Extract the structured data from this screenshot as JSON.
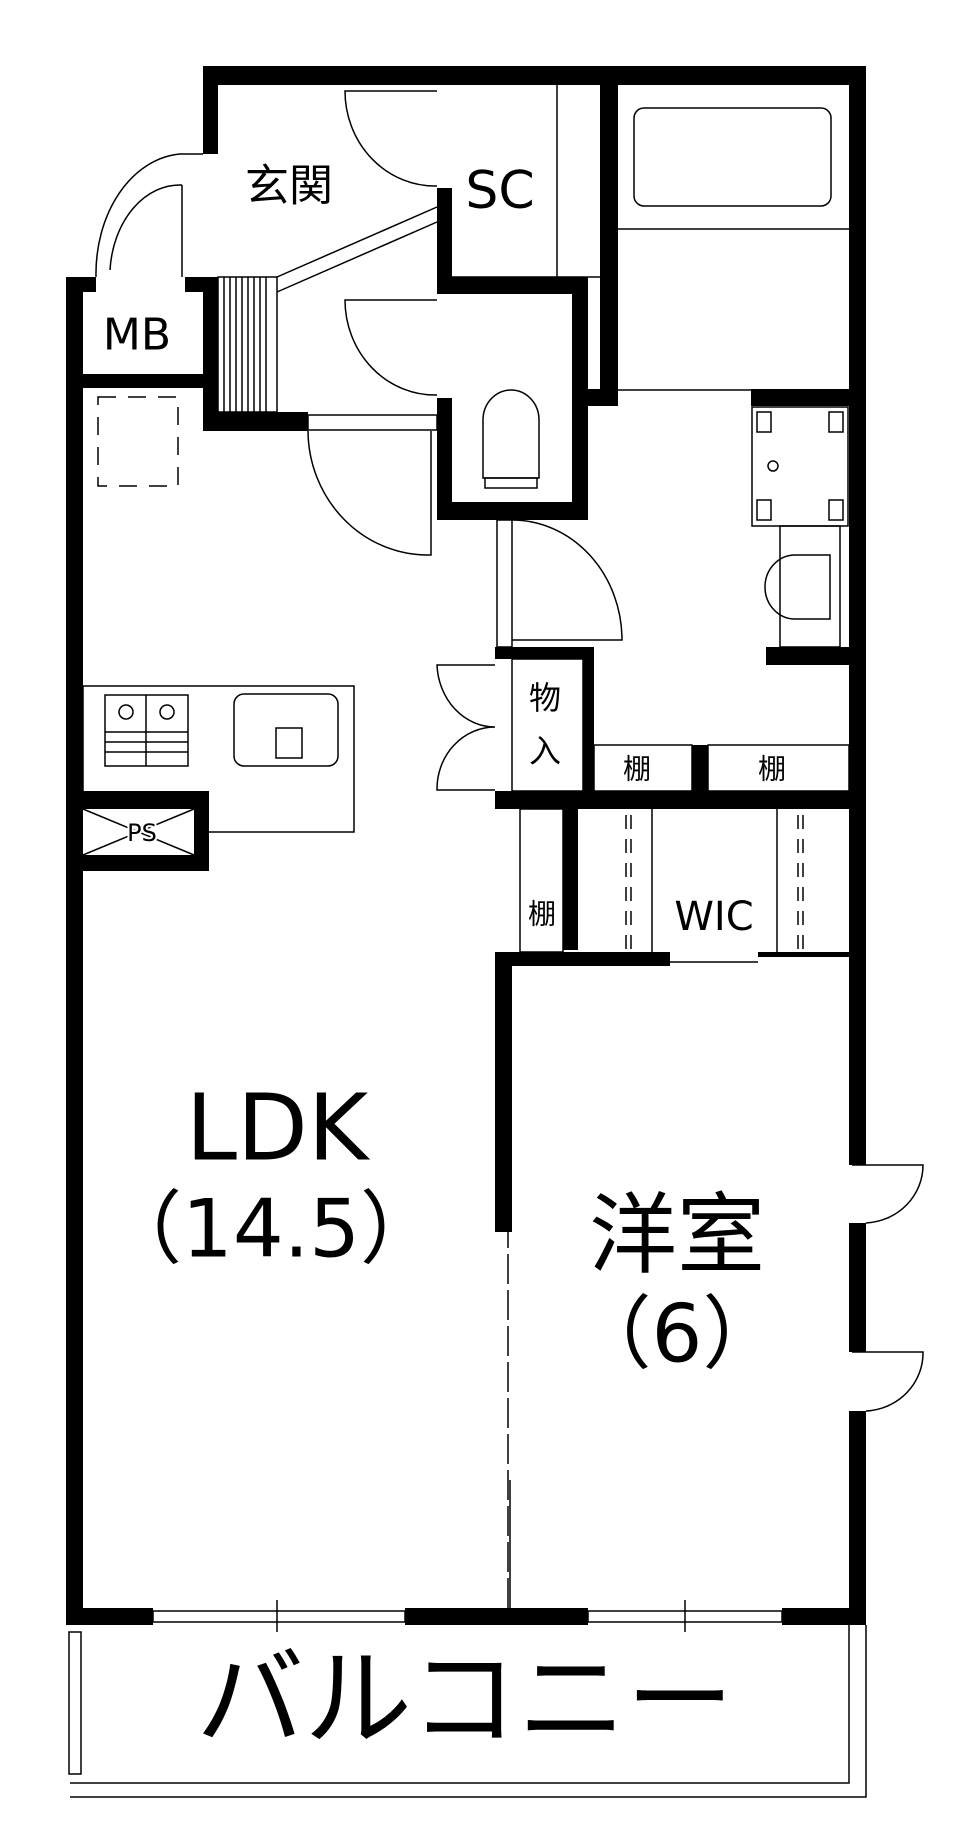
{
  "rooms": {
    "entrance": "玄関",
    "shoe_closet": "SC",
    "meter_box": "MB",
    "pipe_space": "PS",
    "storage": [
      "物",
      "入"
    ],
    "shelf": "棚",
    "walk_in_closet": "WIC",
    "ldk": {
      "name": "LDK",
      "size": "（14.5）"
    },
    "western_room": {
      "name": "洋室",
      "size": "（6）"
    },
    "balcony": "バルコニー"
  },
  "colors": {
    "line": "#000000",
    "background": "#ffffff"
  }
}
